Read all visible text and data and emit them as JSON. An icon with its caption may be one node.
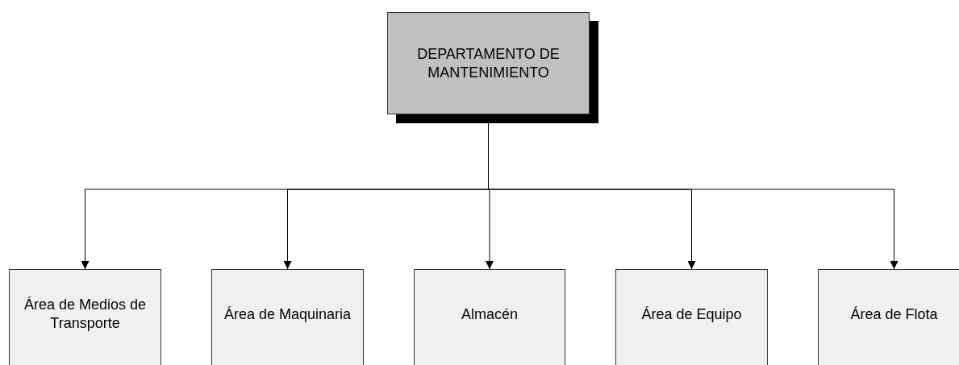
{
  "diagram": {
    "nodes": [
      {
        "text": [
          "DEPARTAMENTO DE MANTENIMIENTO"
        ]
      },
      {
        "text": [
          "Área de Medios de Transporte"
        ]
      },
      {
        "text": [
          "Área de Maquinaria"
        ]
      },
      {
        "text": [
          "Almacén"
        ]
      },
      {
        "text": [
          "Área de Equipo"
        ]
      },
      {
        "text": [
          "Área de Flota"
        ]
      }
    ],
    "edges": [
      {
        "from": 0,
        "to": 1,
        "arrow": "to"
      },
      {
        "from": 0,
        "to": 2,
        "arrow": "to"
      },
      {
        "from": 0,
        "to": 3,
        "arrow": "to"
      },
      {
        "from": 0,
        "to": 4,
        "arrow": "to"
      },
      {
        "from": 0,
        "to": 5,
        "arrow": "to"
      }
    ]
  }
}
